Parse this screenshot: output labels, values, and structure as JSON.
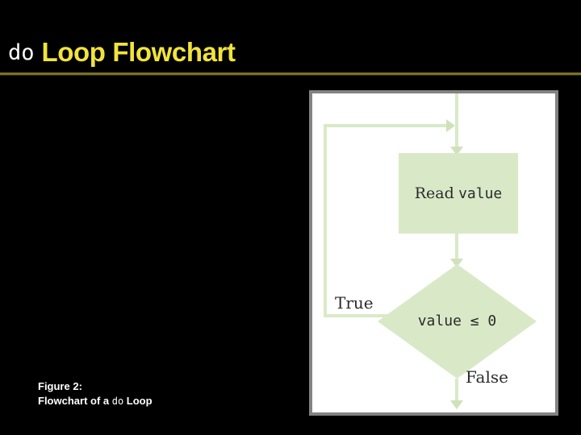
{
  "slide": {
    "background_color": "#000000",
    "title": {
      "keyword": "do",
      "keyword_color": "#ffffff",
      "rest": "Loop Flowchart",
      "rest_color": "#f2e33c"
    },
    "rule_color": "#7e7026",
    "caption": {
      "line1": "Figure 2:",
      "line2_pre": "Flowchart of a ",
      "line2_keyword": "do",
      "line2_post": " Loop",
      "color": "#ffffff"
    }
  },
  "figure": {
    "frame_border_color": "#828282",
    "canvas_color": "#ffffff",
    "shape_fill": "#d9e9c7",
    "text_color": "#2b2b2b",
    "nodes": {
      "process": {
        "text_serif": "Read",
        "text_mono": "value"
      },
      "decision": {
        "text": "value ≤ 0"
      }
    },
    "labels": {
      "true_branch": "True",
      "false_branch": "False"
    }
  }
}
